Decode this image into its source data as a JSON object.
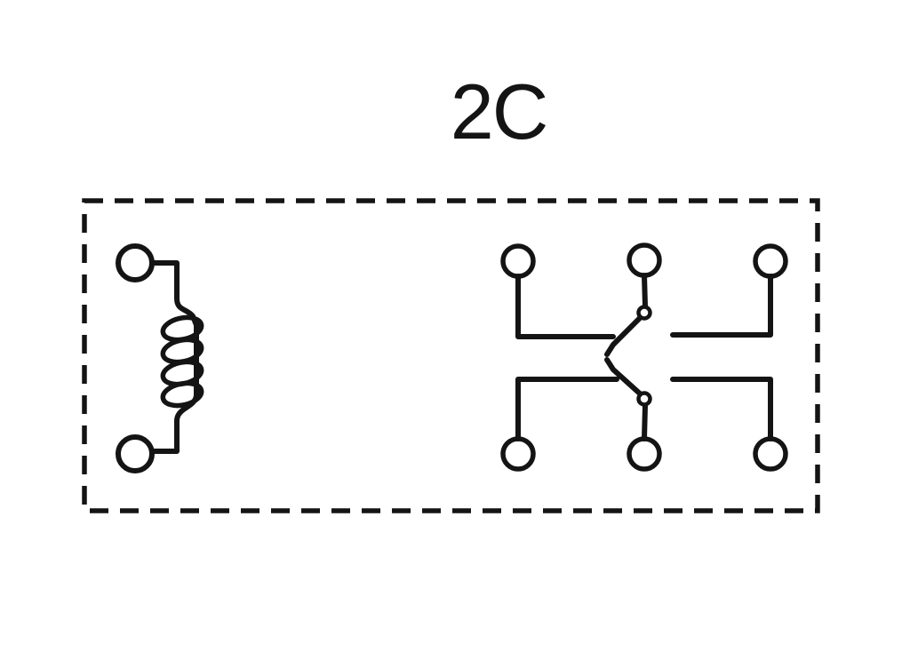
{
  "title": "2C",
  "colors": {
    "line": "#141414",
    "background": "#ffffff"
  },
  "diagram": {
    "type": "relay-contact-schematic",
    "label": "2C",
    "coil": {
      "terminal_count": 2,
      "winding_loops": 4
    },
    "poles": [
      {
        "name": "pole-1",
        "terminal_count": 3,
        "arm_position": "left-contact-closed"
      },
      {
        "name": "pole-2",
        "terminal_count": 3,
        "arm_position": "left-contact-closed"
      }
    ]
  }
}
